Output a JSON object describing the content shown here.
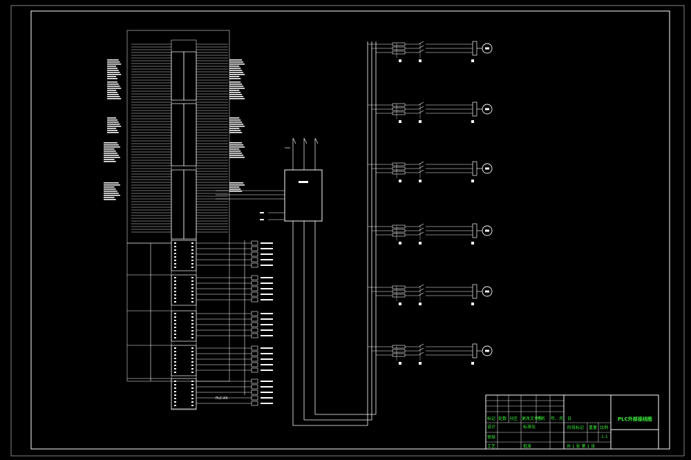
{
  "drawing": {
    "title": "PLC外部接线图",
    "motor_count": 6
  },
  "title_block": {
    "row1": [
      "标记",
      "处数",
      "分区",
      "更改文件号",
      "签名",
      "年、月、日"
    ],
    "designer_label": "设计",
    "standardize_label": "标准化",
    "reviewer_label": "审核",
    "process_label": "工艺",
    "approve_label": "批准",
    "stage_label": "阶段标记",
    "weight_label": "重量",
    "scale_label": "比例",
    "scale_value": "1:1",
    "sheet_text": "共 1 张   第 1 张"
  },
  "notes": {
    "bottom_label": "PLC-XX"
  },
  "colors": {
    "line": "#ffffff",
    "titleblock_text": "#3cf03c",
    "background": "#000000"
  }
}
